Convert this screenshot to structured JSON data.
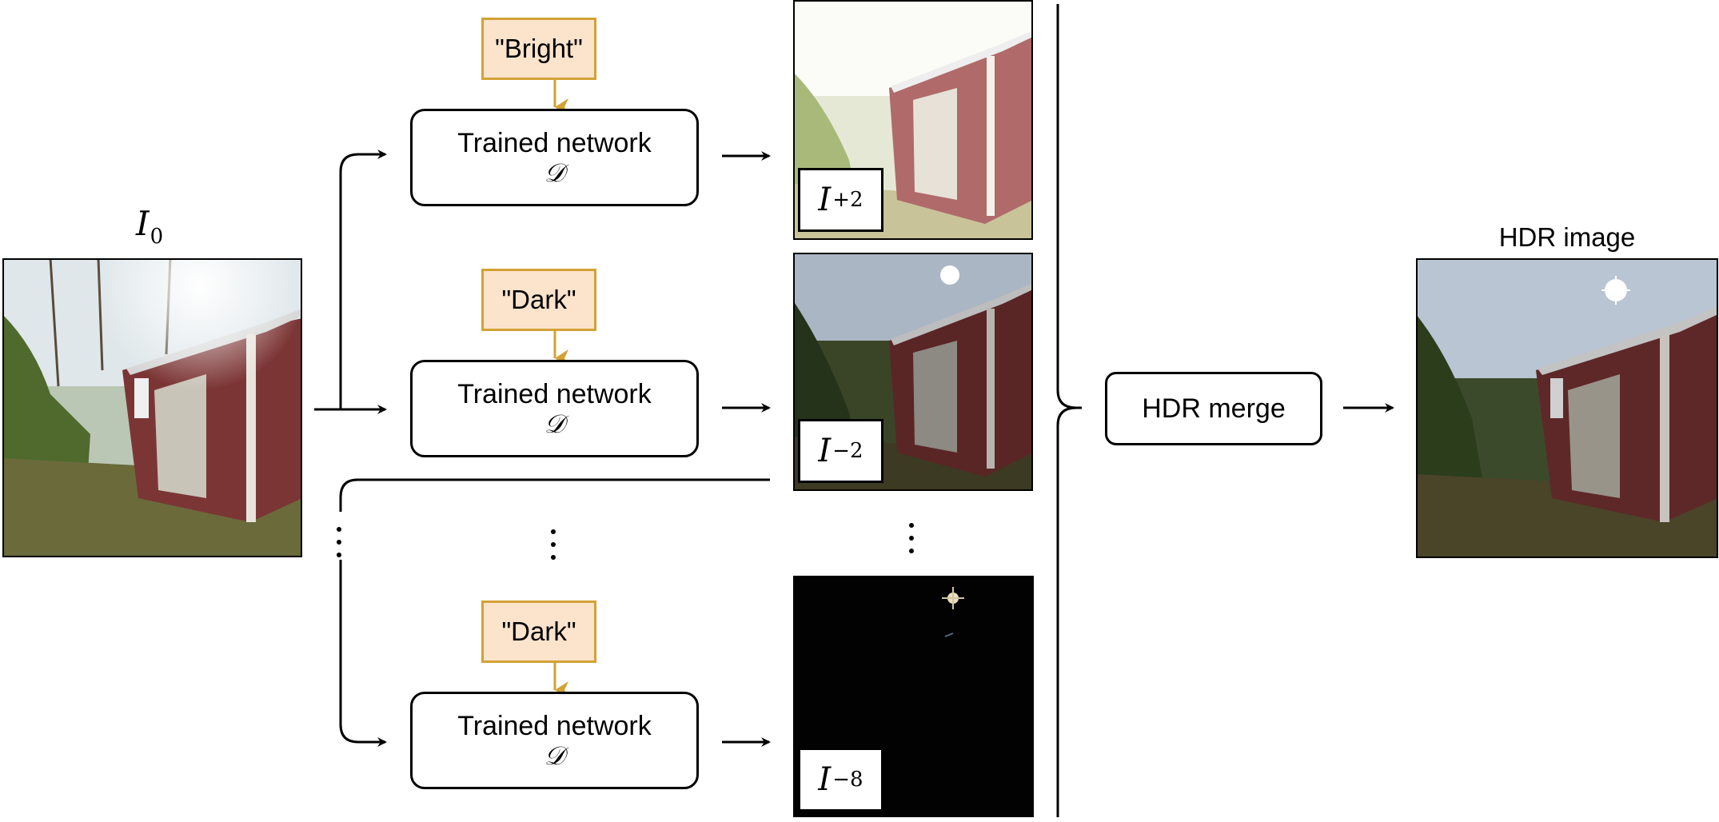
{
  "input": {
    "label_symbol": "I",
    "label_subscript": "0"
  },
  "networks": [
    {
      "prompt": "\"Bright\"",
      "line1": "Trained network",
      "line2": "𝒟",
      "output_symbol": "I",
      "output_subscript": "+2"
    },
    {
      "prompt": "\"Dark\"",
      "line1": "Trained network",
      "line2": "𝒟",
      "output_symbol": "I",
      "output_subscript": "−2"
    },
    {
      "prompt": "\"Dark\"",
      "line1": "Trained network",
      "line2": "𝒟",
      "output_symbol": "I",
      "output_subscript": "−8"
    }
  ],
  "merge": {
    "label": "HDR merge"
  },
  "result": {
    "title": "HDR image"
  },
  "colors": {
    "prompt_fill": "#fbe3cc",
    "prompt_border": "#d3a235",
    "line": "#000000"
  }
}
